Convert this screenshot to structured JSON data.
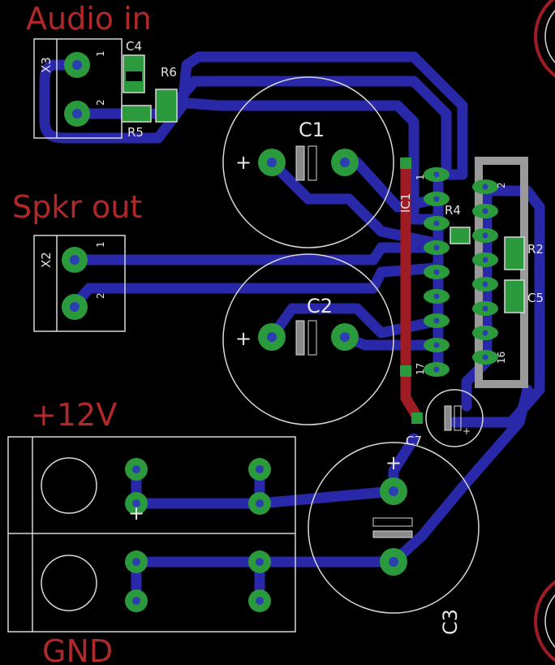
{
  "board": {
    "background": "#000000",
    "colors": {
      "trace_bottom": "#2828a8",
      "trace_top": "#a01c24",
      "pad": "#2a9a3c",
      "drill": "#2a3fb0",
      "outline": "#d8d8d8",
      "label_red": "#b0282a"
    },
    "labels": {
      "audio_in": "Audio in",
      "spkr_out": "Spkr out",
      "plus12v": "+12V",
      "gnd": "GND"
    },
    "components": {
      "x3": "X3",
      "x2": "X2",
      "c1": "C1",
      "c2": "C2",
      "c3": "C3",
      "c4": "C4",
      "c5": "C5",
      "c7": "C7",
      "r2": "R2",
      "r4": "R4",
      "r5": "R5",
      "r6": "R6",
      "ic1": "IC1"
    },
    "pins": {
      "p1": "1",
      "p2": "2",
      "p16": "16",
      "p17": "17"
    },
    "polarity": {
      "plus": "+"
    }
  }
}
